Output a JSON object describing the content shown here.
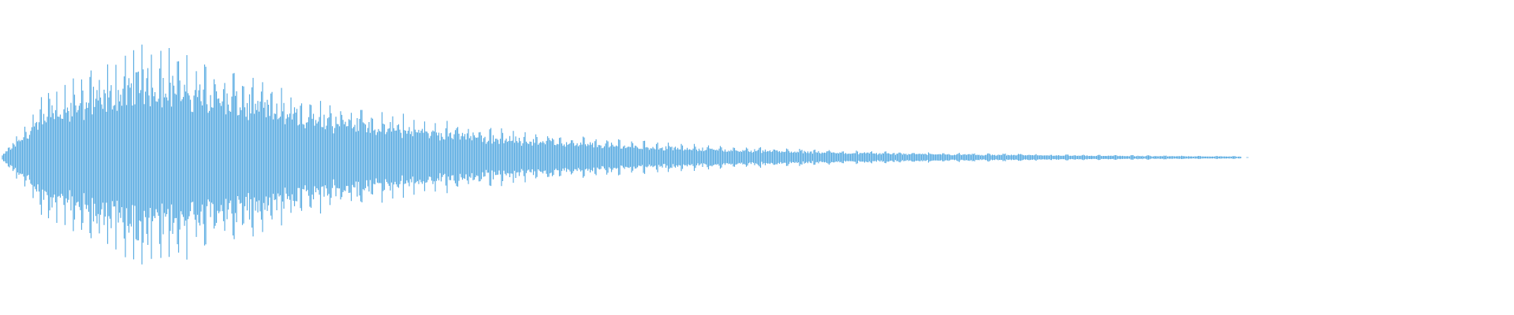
{
  "waveform": {
    "color": "#5dade2",
    "background": "#ffffff",
    "envelope": {
      "attack_fraction": 0.03,
      "peak_fraction": 0.1,
      "end_fraction": 0.82,
      "peak_amplitude": 0.85
    }
  }
}
